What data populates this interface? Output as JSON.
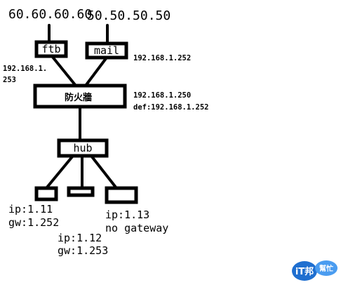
{
  "top_ips": {
    "left": "60.60.60.60",
    "right": "50.50.50.50"
  },
  "nodes": {
    "ftb": "ftb",
    "mail": "mail",
    "firewall": "防火牆",
    "hub": "hub"
  },
  "labels": {
    "ftb_ip_line1": "192.168.1.",
    "ftb_ip_line2": "253",
    "mail_ip": "192.168.1.252",
    "firewall_ip": "192.168.1.250",
    "firewall_def": "def:192.168.1.252"
  },
  "clients": [
    {
      "ip": "ip:1.11",
      "gw": "gw:1.252"
    },
    {
      "ip": "ip:1.12",
      "gw": "gw:1.253"
    },
    {
      "ip": "ip:1.13",
      "gw": "no gateway"
    }
  ],
  "watermark": {
    "logo_text": "iT邦",
    "logo_sub": "幫忙"
  },
  "colors": {
    "line": "#000000",
    "background": "#ffffff",
    "logo_blue": "#1f6fd0"
  }
}
